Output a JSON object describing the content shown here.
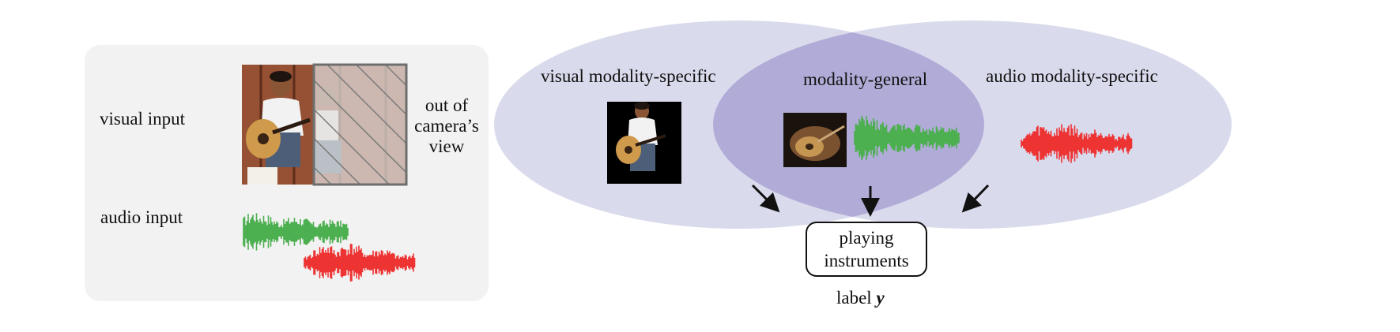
{
  "input_panel": {
    "visual_input_label": "visual input",
    "out_of_view_label": [
      "out of",
      "camera’s",
      "view"
    ],
    "audio_input_label": "audio input"
  },
  "venn": {
    "visual_specific_label": "visual modality-specific",
    "general_label": "modality-general",
    "audio_specific_label": "audio modality-specific"
  },
  "output": {
    "box_label": [
      "playing",
      "instruments"
    ],
    "label_text": "label",
    "label_var": "y"
  },
  "colors": {
    "panel_bg": "#f2f2f2",
    "ellipse_fill": "#d9dbed",
    "overlap_fill": "#b1acd7",
    "audio_green": "#4caf50",
    "audio_red": "#ee3333"
  }
}
